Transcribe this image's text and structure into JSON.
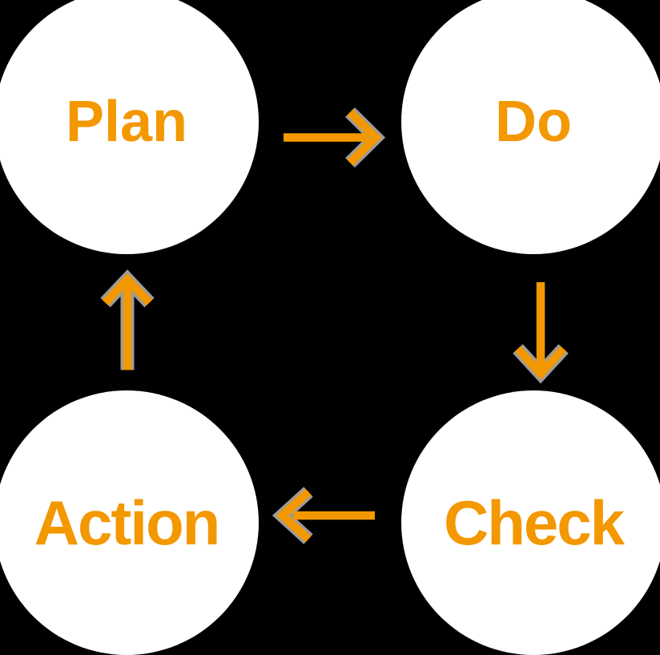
{
  "diagram": {
    "nodes": [
      {
        "id": "plan",
        "label": "Plan"
      },
      {
        "id": "do",
        "label": "Do"
      },
      {
        "id": "check",
        "label": "Check"
      },
      {
        "id": "action",
        "label": "Action"
      }
    ],
    "edges": [
      {
        "from": "Plan",
        "to": "Do",
        "direction": "right"
      },
      {
        "from": "Do",
        "to": "Check",
        "direction": "down"
      },
      {
        "from": "Check",
        "to": "Action",
        "direction": "left"
      },
      {
        "from": "Action",
        "to": "Plan",
        "direction": "up"
      }
    ]
  },
  "colors": {
    "background": "#000000",
    "node_fill": "#ffffff",
    "label_text": "#f39800",
    "arrow": "#f39800",
    "arrow_halo": "#9c9c9c"
  }
}
